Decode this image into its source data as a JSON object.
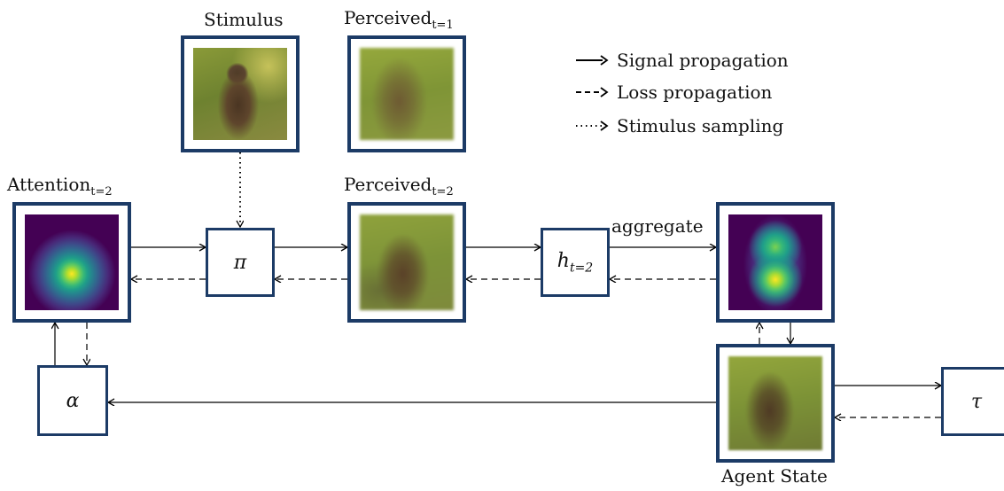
{
  "labels": {
    "stimulus": "Stimulus",
    "perceived_t1_base": "Perceived",
    "perceived_t1_sub": "t=1",
    "attention_base": "Attention",
    "attention_sub": "t=2",
    "perceived_t2_base": "Perceived",
    "perceived_t2_sub": "t=2",
    "aggregate": "aggregate",
    "agent_state": "Agent State"
  },
  "operators": {
    "pi": "π",
    "h_base": "h",
    "h_sub": "t=2",
    "alpha": "α",
    "tau": "τ"
  },
  "legend": {
    "signal": "Signal propagation",
    "loss": "Loss propagation",
    "sampling": "Stimulus sampling"
  },
  "colors": {
    "frame": "#1c3b66",
    "heatmap_bg": "#440154",
    "heatmap_peak": "#fde725"
  }
}
